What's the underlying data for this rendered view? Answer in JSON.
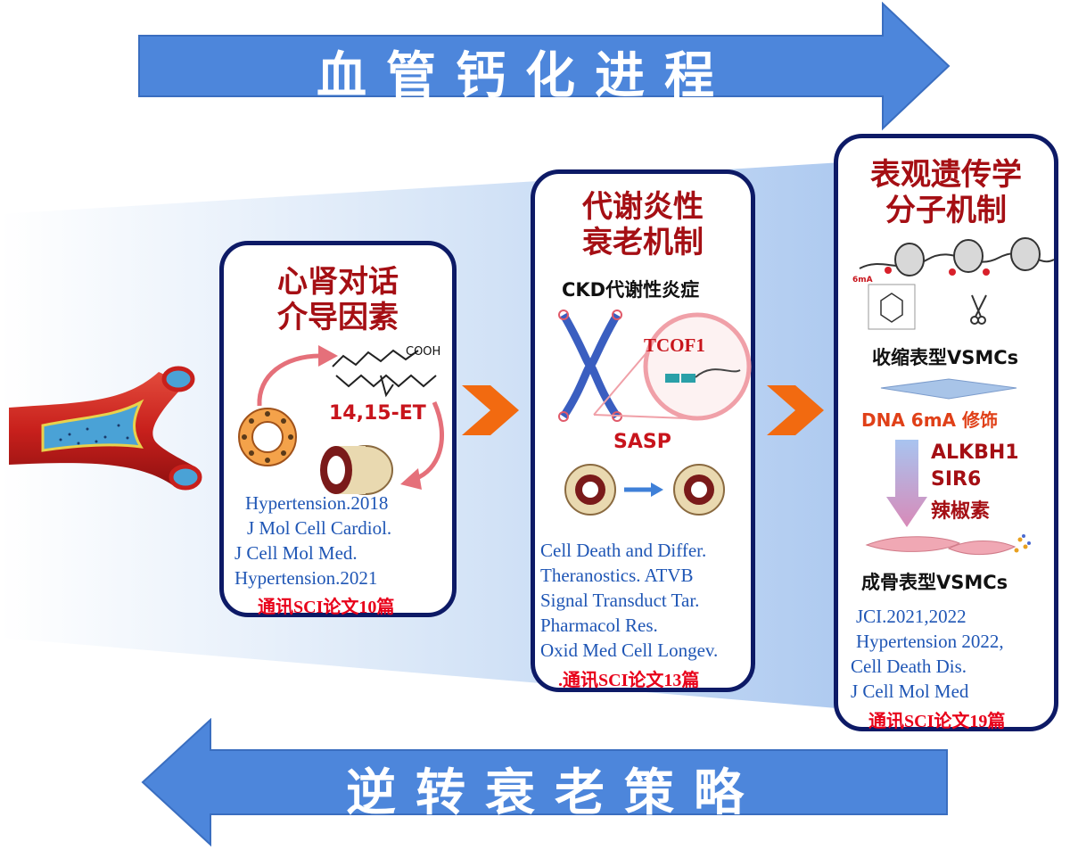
{
  "top_banner": {
    "label": "血管钙化进程",
    "color": "#4d86db"
  },
  "bottom_banner": {
    "label": "逆转衰老策略",
    "color": "#4d86db"
  },
  "card1": {
    "title_line1": "心肾对话",
    "title_line2": "介导因素",
    "molecule_label": "COOH",
    "compound": "14,15-ET",
    "refs": [
      "Hypertension.2018",
      "J Mol Cell Cardiol.",
      "J Cell Mol Med.",
      "Hypertension.2021"
    ],
    "sci": "通讯SCI论文10篇"
  },
  "card2": {
    "title_line1": "代谢炎性",
    "title_line2": "衰老机制",
    "subtitle": "CKD代谢性炎症",
    "gene": "TCOF1",
    "sasp": "SASP",
    "refs": [
      "Cell Death and Differ.",
      "Theranostics. ATVB",
      "Signal Transduct Tar.",
      "Pharmacol Res.",
      "Oxid Med Cell Longev."
    ],
    "sci": ".通讯SCI论文13篇"
  },
  "card3": {
    "title_line1": "表观遗传学",
    "title_line2": "分子机制",
    "mark_label": "6mA",
    "phenotype_top": "收缩表型VSMCs",
    "modification": "DNA 6mA 修饰",
    "factors": [
      "ALKBH1",
      "SIR6",
      "辣椒素"
    ],
    "phenotype_bottom": "成骨表型VSMCs",
    "refs": [
      "JCI.2021,2022",
      "Hypertension 2022,",
      "Cell Death Dis.",
      "J Cell Mol Med"
    ],
    "sci": "通讯SCI论文19篇"
  },
  "colors": {
    "card_border": "#0d1a66",
    "title_red": "#a50f14",
    "ref_blue": "#1f56b5",
    "sci_red": "#e8001a",
    "chevron_orange": "#f26a10",
    "vessel_red": "#c8201c"
  }
}
